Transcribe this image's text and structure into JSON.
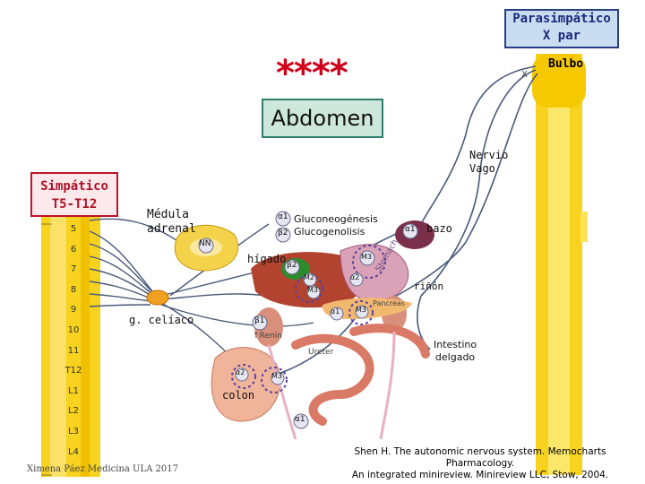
{
  "labels": {
    "parasimpatico_line1": "Parasimpático",
    "parasimpatico_line2": "X par",
    "bulbo": "Bulbo",
    "stars": "****",
    "abdomen": "Abdomen",
    "nervio_line1": "Nervio",
    "nervio_line2": "Vago",
    "simpatico_line1": "Simpático",
    "simpatico_line2": "T5-T12",
    "medula_line1": "Médula",
    "medula_line2": "adrenal",
    "glu_line1": "Gluconeogénesis",
    "glu_line2": "Glucogenolisis",
    "bazo": "bazo",
    "higado": "hígado",
    "rinon": "riñón",
    "ganglio": "g. celíaco",
    "intestino_line1": "Intestino",
    "intestino_line2": "delgado",
    "colon": "colon",
    "stomach": "Stomach",
    "pancreas": "Pancreas",
    "ureter": "Ureter",
    "renin": "↑Renin",
    "x_mark": "X"
  },
  "vertebrae": [
    "5",
    "6",
    "7",
    "8",
    "9",
    "10",
    "11",
    "T12",
    "L1",
    "L2",
    "L3",
    "L4"
  ],
  "receptors": {
    "alpha1": "α1",
    "alpha2": "α2",
    "beta2": "β2",
    "beta1": "β1",
    "m2": "M2",
    "m3": "M3",
    "n": "NN"
  },
  "credit": {
    "line1": "Shen H. The autonomic nervous system. Memocharts Pharmacology.",
    "line2": "An integrated minireview. Minireview LLC, Stow, 2004."
  },
  "signature": "Ximena Páez Medicina ULA 2017",
  "colors": {
    "spine": "#f7d21e",
    "nerve": "#4a5a7a",
    "para_box": "#c9dcf2",
    "simp_box": "#fde9ec",
    "abd_box": "#cde7dd",
    "stars": "#d0001a"
  }
}
